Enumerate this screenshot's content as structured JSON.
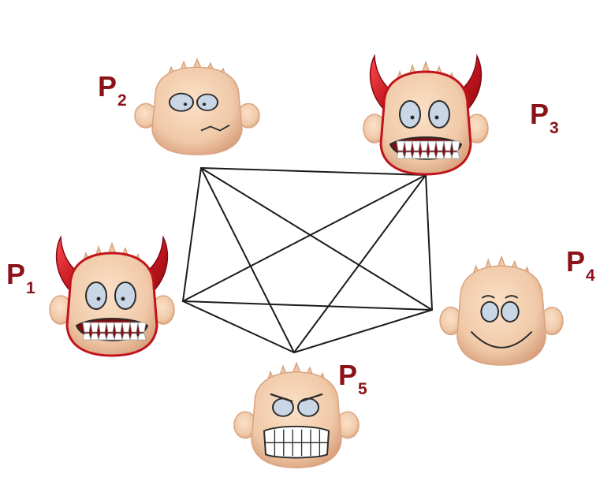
{
  "colors": {
    "label": "#8b1218",
    "edge": "#1b1b1b",
    "skin": "#f0c9a8",
    "skin_shade": "#d9a27f",
    "horn": "#c0141c",
    "horn_dark": "#7e0a10"
  },
  "nodes": [
    {
      "id": "p1",
      "label": "P",
      "sub": "1",
      "face": "devil-grin",
      "horns": true
    },
    {
      "id": "p2",
      "label": "P",
      "sub": "2",
      "face": "worried",
      "horns": false
    },
    {
      "id": "p3",
      "label": "P",
      "sub": "3",
      "face": "devil-grin",
      "horns": true
    },
    {
      "id": "p4",
      "label": "P",
      "sub": "4",
      "face": "smile",
      "horns": false
    },
    {
      "id": "p5",
      "label": "P",
      "sub": "5",
      "face": "grimace",
      "horns": false
    }
  ],
  "edges": [
    [
      "p1",
      "p2"
    ],
    [
      "p1",
      "p3"
    ],
    [
      "p1",
      "p4"
    ],
    [
      "p1",
      "p5"
    ],
    [
      "p2",
      "p3"
    ],
    [
      "p2",
      "p4"
    ],
    [
      "p2",
      "p5"
    ],
    [
      "p3",
      "p4"
    ],
    [
      "p3",
      "p5"
    ],
    [
      "p4",
      "p5"
    ]
  ]
}
